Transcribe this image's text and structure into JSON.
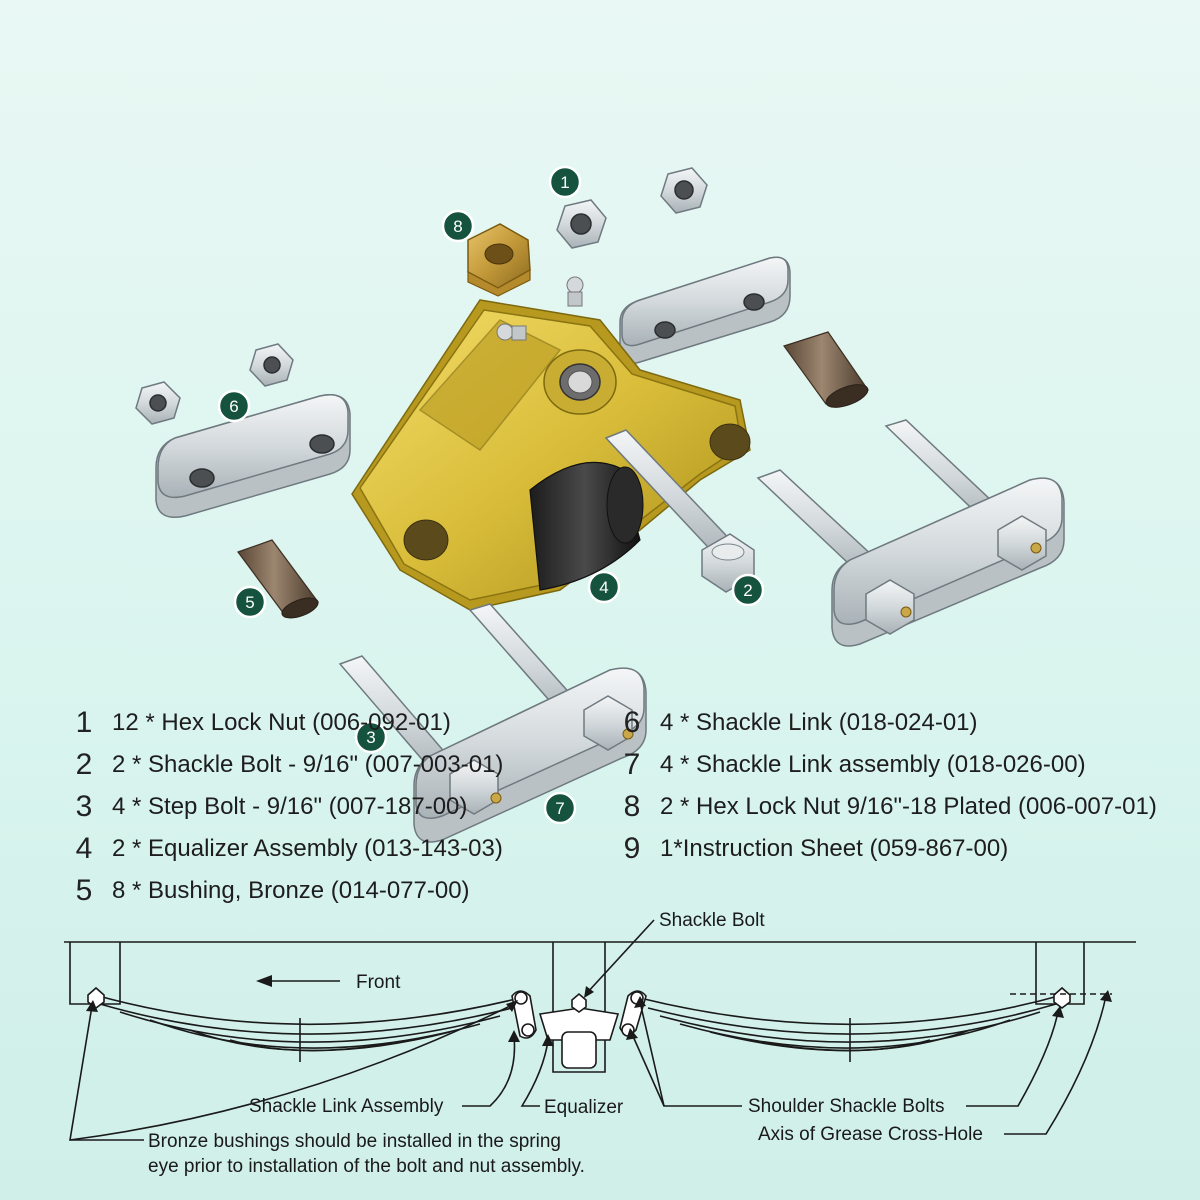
{
  "callouts": {
    "c1": "1",
    "c2": "2",
    "c3": "3",
    "c4": "4",
    "c5": "5",
    "c6": "6",
    "c7": "7",
    "c8": "8"
  },
  "parts_left": [
    {
      "num": "1",
      "text": "12 * Hex Lock Nut (006-092-01)"
    },
    {
      "num": "2",
      "text": "2 * Shackle Bolt - 9/16\" (007-003-01)"
    },
    {
      "num": "3",
      "text": "4 * Step Bolt - 9/16\" (007-187-00)"
    },
    {
      "num": "4",
      "text": "2 * Equalizer Assembly (013-143-03)"
    },
    {
      "num": "5",
      "text": "8 * Bushing, Bronze (014-077-00)"
    }
  ],
  "parts_right": [
    {
      "num": "6",
      "text": "4 * Shackle Link (018-024-01)"
    },
    {
      "num": "7",
      "text": "4 * Shackle Link assembly (018-026-00)"
    },
    {
      "num": "8",
      "text": "2 * Hex Lock Nut 9/16\"-18 Plated (006-007-01)"
    },
    {
      "num": "9",
      "text": "1*Instruction Sheet (059-867-00)"
    }
  ],
  "diagram": {
    "shackle_bolt": "Shackle Bolt",
    "front": "Front",
    "shackle_link_assembly": "Shackle Link Assembly",
    "equalizer": "Equalizer",
    "shoulder_shackle_bolts": "Shoulder Shackle Bolts",
    "axis_grease": "Axis of Grease Cross-Hole",
    "bushing_note_1": "Bronze bushings should be installed in the spring",
    "bushing_note_2": "eye prior to installation of the bolt and nut assembly."
  }
}
